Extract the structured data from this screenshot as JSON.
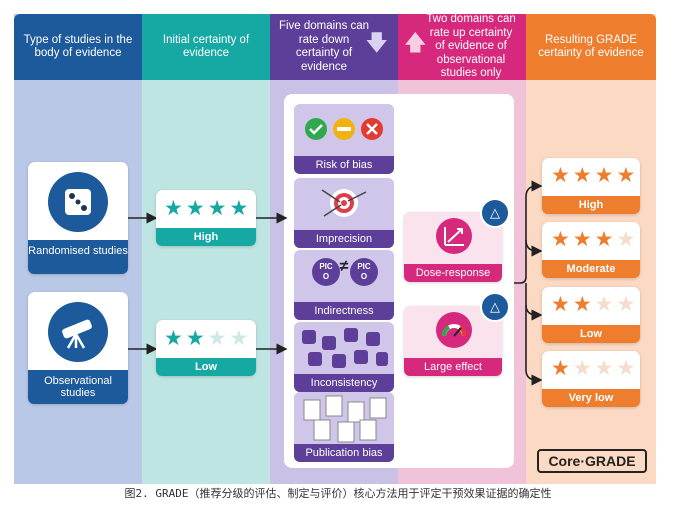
{
  "headers": {
    "type": "Type of studies in the body of evidence",
    "initial": "Initial certainty of evidence",
    "down": "Five domains can rate down certainty of evidence",
    "up": "Two domains can rate up certainty of evidence of observational studies only",
    "result": "Resulting GRADE certainty of evidence"
  },
  "study_types": [
    "Randomised studies",
    "Observational studies"
  ],
  "initial_levels": [
    {
      "label": "High",
      "stars": 4
    },
    {
      "label": "Low",
      "stars": 2
    }
  ],
  "down_domains": [
    "Risk of bias",
    "Imprecision",
    "Indirectness",
    "Inconsistency",
    "Publication bias"
  ],
  "pico": "PICO",
  "up_domains": [
    "Dose-response",
    "Large effect"
  ],
  "results": [
    {
      "label": "High",
      "stars": 4
    },
    {
      "label": "Moderate",
      "stars": 3
    },
    {
      "label": "Low",
      "stars": 2
    },
    {
      "label": "Very low",
      "stars": 1
    }
  ],
  "brand": "Core·GRADE",
  "caption": "图2. GRADE（推荐分级的评估、制定与评价）核心方法用于评定干预效果证据的确定性",
  "colors": {
    "blue": "#1d5a9b",
    "teal": "#16a8a3",
    "purple": "#5d3f99",
    "pink": "#d6287c",
    "orange": "#ee7d2e",
    "star_empty": "#f3dccb"
  }
}
